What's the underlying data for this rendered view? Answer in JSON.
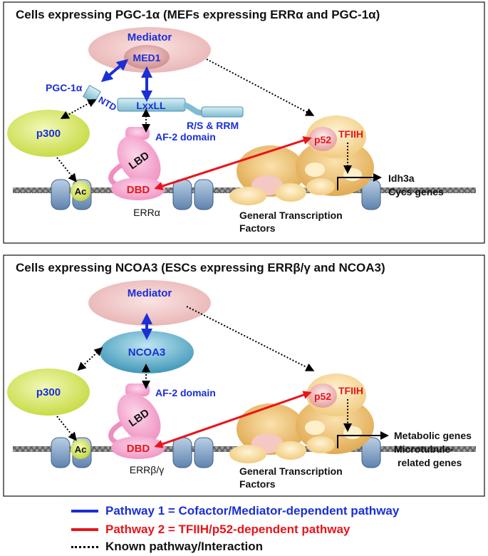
{
  "panel1": {
    "title": "Cells expressing PGC-1α  (MEFs expressing ERRα and PGC-1α)",
    "mediator": "Mediator",
    "med1": "MED1",
    "pgc1a": "PGC-1α",
    "ntd": "NTD",
    "lxxll": "LxxLL",
    "rs_rrm": "R/S & RRM",
    "p300": "p300",
    "af2": "AF-2 domain",
    "lbd": "LBD",
    "dbd": "DBD",
    "ac": "Ac",
    "receptor": "ERRα",
    "p52": "p52",
    "tfiih": "TFIIH",
    "gtf_line1": "General Transcription",
    "gtf_line2": "Factors",
    "gene_line1": "Idh3a",
    "gene_line2": "Cycs genes"
  },
  "panel2": {
    "title": "Cells expressing NCOA3 (ESCs expressing ERRβ/γ and NCOA3)",
    "mediator": "Mediator",
    "ncoa3": "NCOA3",
    "p300": "p300",
    "af2": "AF-2 domain",
    "lbd": "LBD",
    "dbd": "DBD",
    "ac": "Ac",
    "receptor": "ERRβ/γ",
    "p52": "p52",
    "tfiih": "TFIIH",
    "gtf_line1": "General Transcription",
    "gtf_line2": "Factors",
    "gene_line1": "Metabolic genes",
    "gene_line2": "Microtubule-",
    "gene_line3": "related  genes"
  },
  "legend": {
    "pathway1": "Pathway 1 = Cofactor/Mediator-dependent pathway",
    "pathway2": "Pathway 2 = TFIIH/p52-dependent pathway",
    "known": "Known pathway/Interaction"
  },
  "colors": {
    "pathway1": "#1a2fd6",
    "pathway2": "#e8141b",
    "known": "#000000",
    "mediator_fill": "#efc6c6",
    "ncoa3_fill": "#5fb3cc",
    "p300_fill": "#d6e85a",
    "lbd_fill": "#f4a8d0",
    "gtf_fill": "#e8b85a"
  }
}
